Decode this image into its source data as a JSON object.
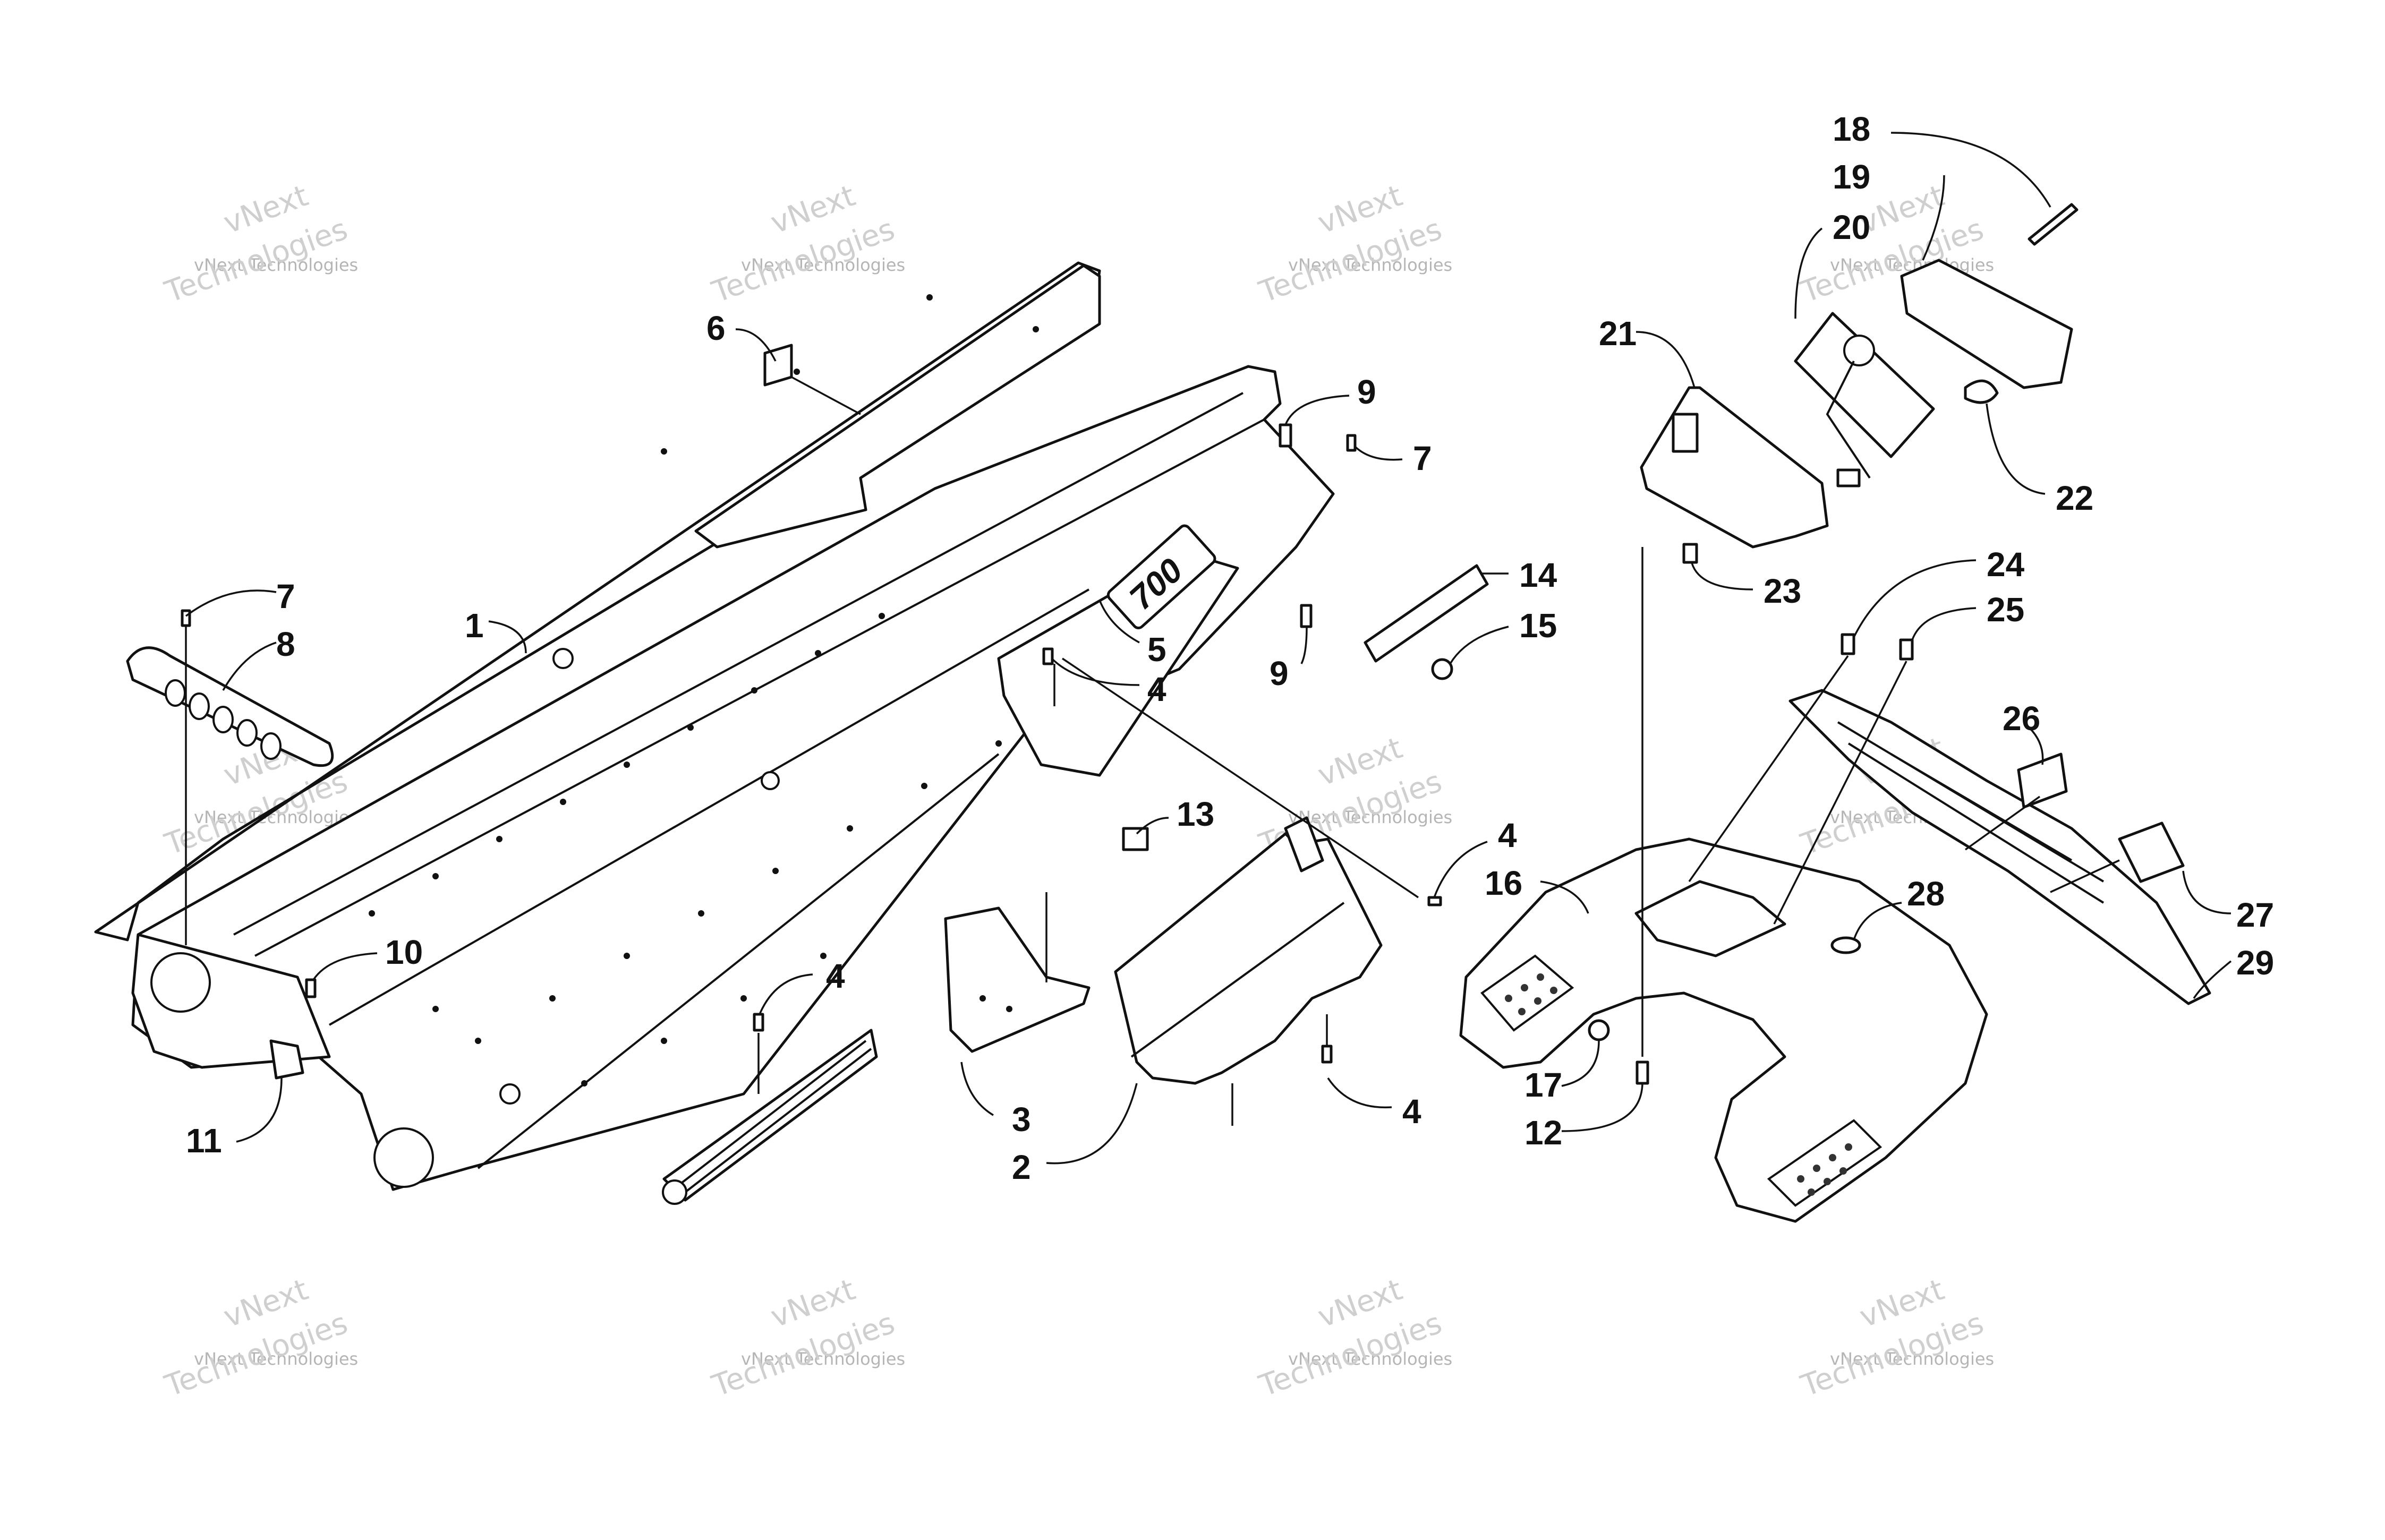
{
  "watermark": {
    "line1": "vNext",
    "line2": "vNext Technologies",
    "line3": "Technologies"
  },
  "callouts": {
    "c1": "1",
    "c2": "2",
    "c3": "3",
    "c4a": "4",
    "c4b": "4",
    "c4c": "4",
    "c4d": "4",
    "c5": "5",
    "c6": "6",
    "c7a": "7",
    "c7b": "7",
    "c8": "8",
    "c9a": "9",
    "c9b": "9",
    "c10": "10",
    "c11": "11",
    "c12": "12",
    "c13": "13",
    "c14": "14",
    "c15": "15",
    "c16": "16",
    "c17": "17",
    "c18": "18",
    "c19": "19",
    "c20": "20",
    "c21": "21",
    "c22": "22",
    "c23": "23",
    "c24": "24",
    "c25": "25",
    "c26": "26",
    "c27": "27",
    "c28": "28",
    "c29": "29"
  },
  "decal_text": "700"
}
